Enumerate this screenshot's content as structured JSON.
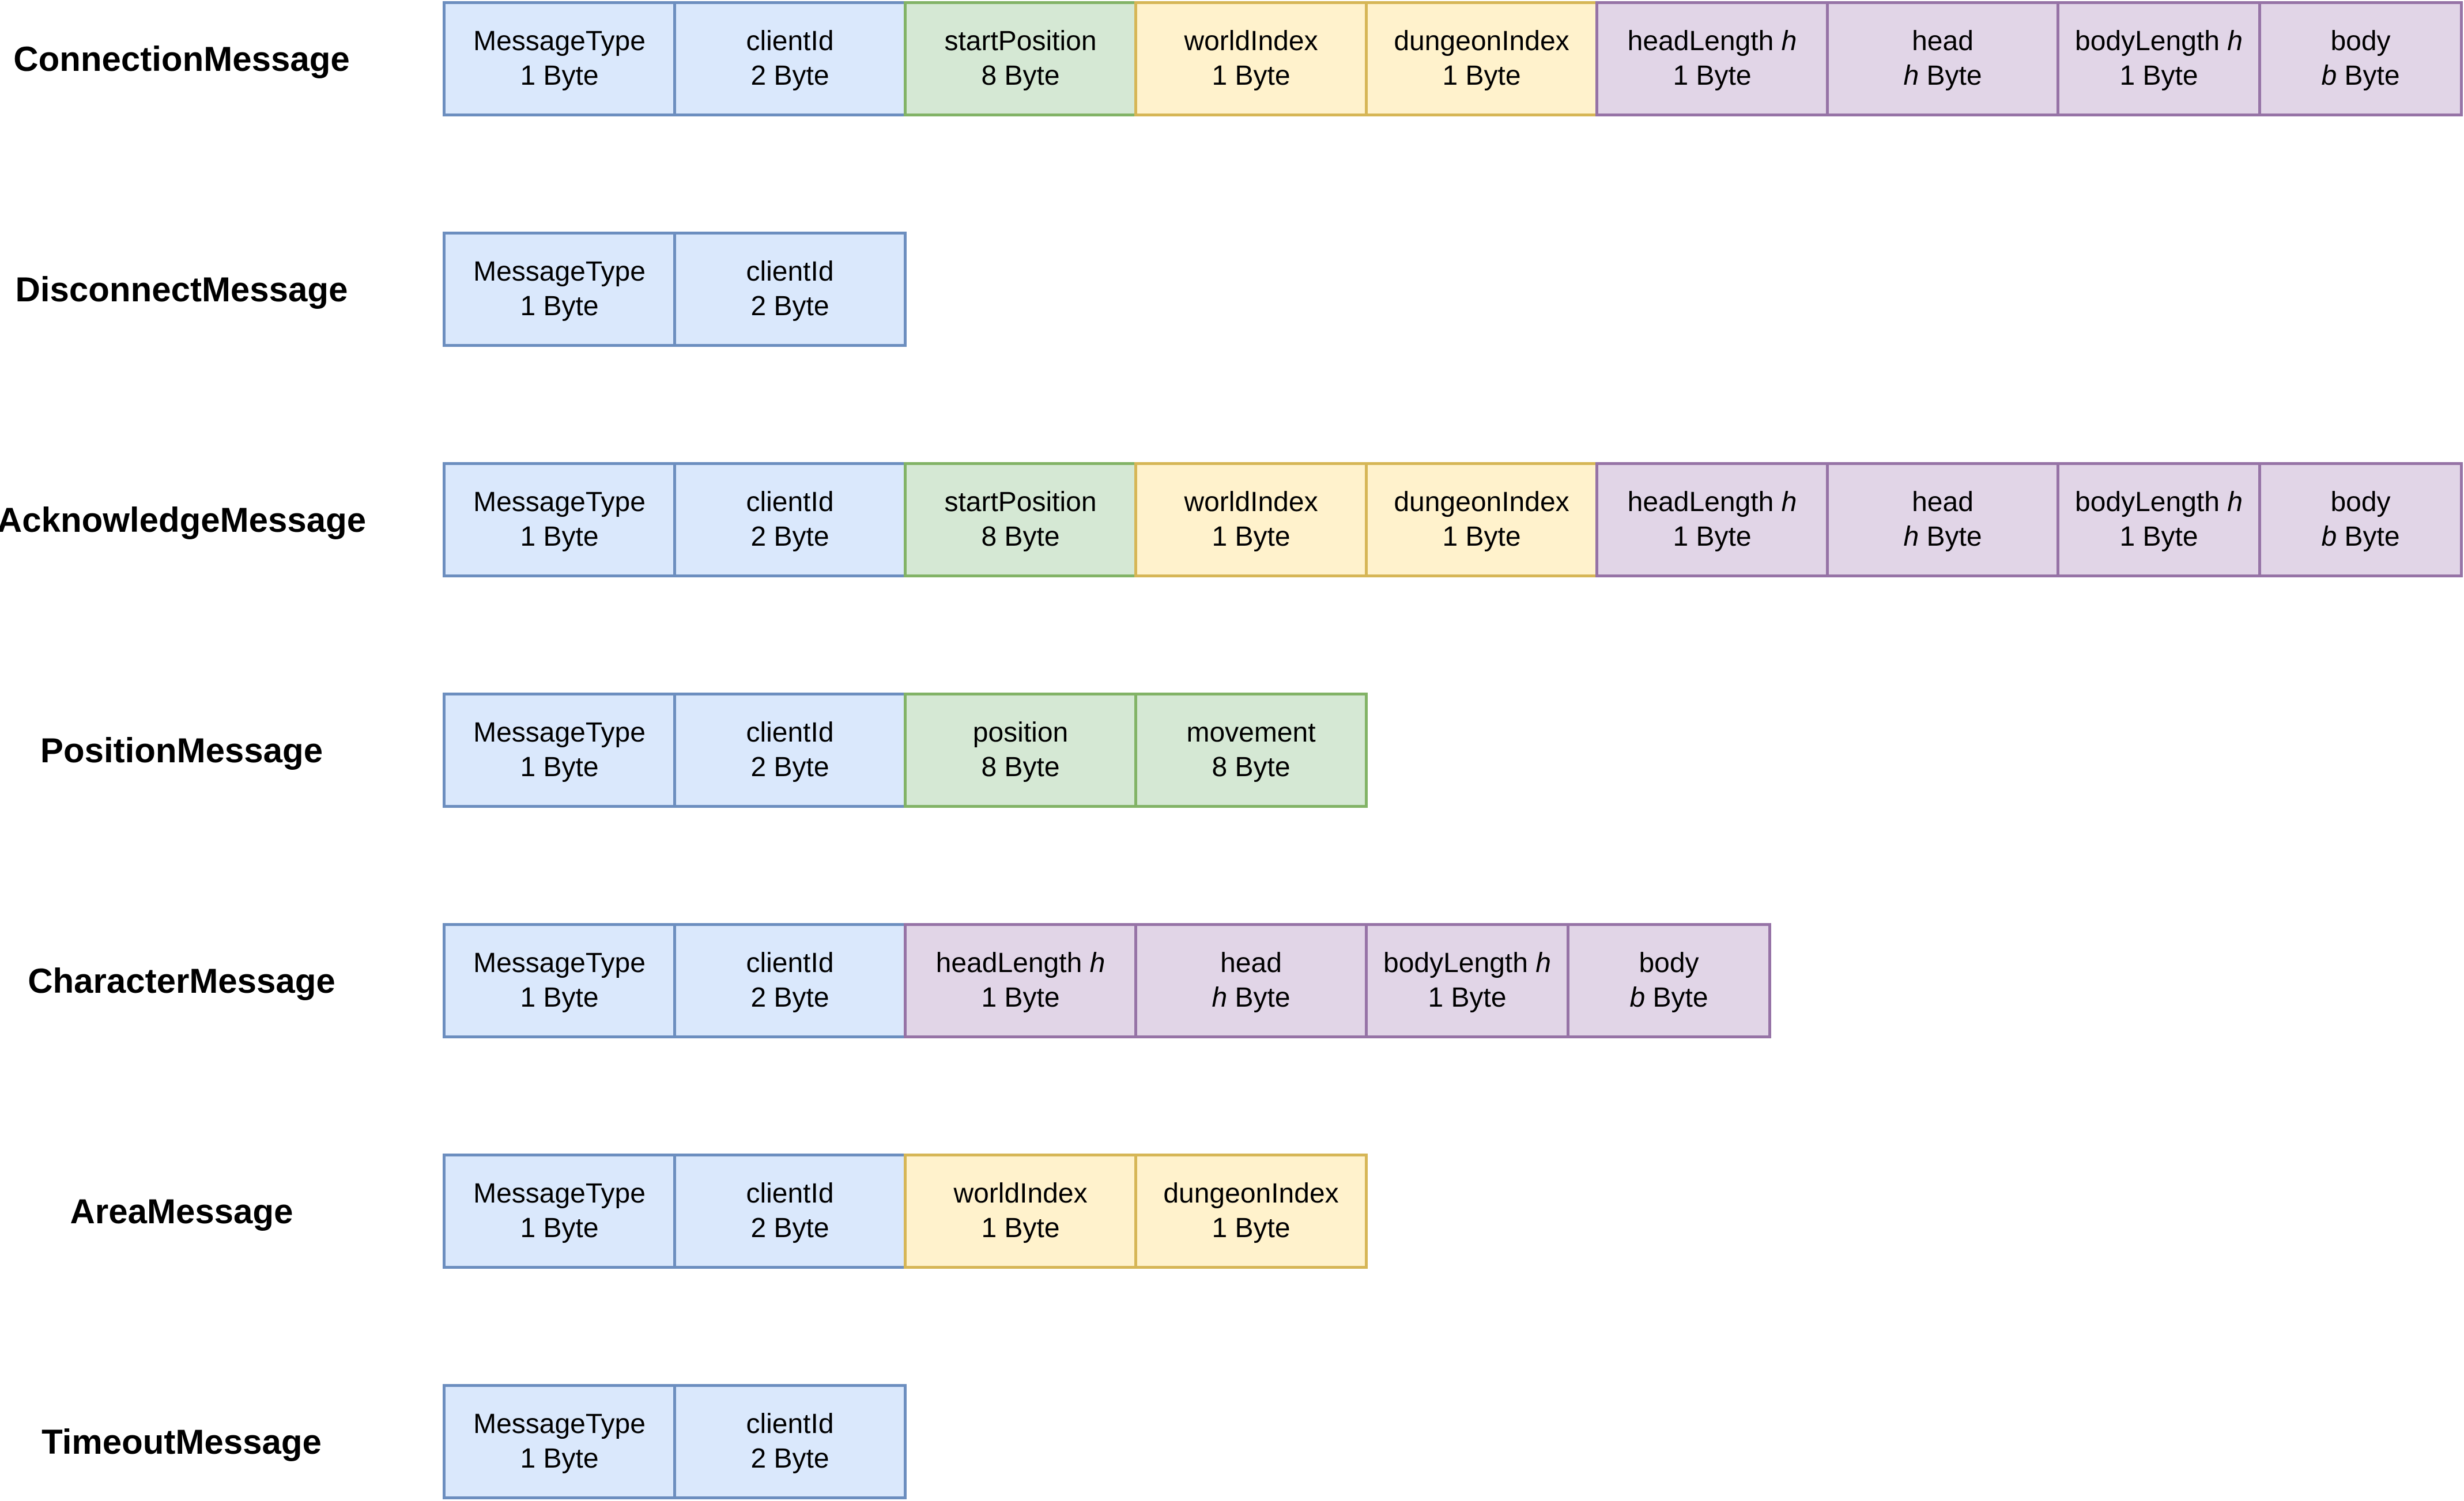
{
  "colors": {
    "blue": {
      "fill": "#dae8fc",
      "stroke": "#6c8ebf"
    },
    "green": {
      "fill": "#d5e8d4",
      "stroke": "#82b366"
    },
    "yellow": {
      "fill": "#fff2cc",
      "stroke": "#d6b656"
    },
    "purple": {
      "fill": "#e1d5e7",
      "stroke": "#9673a6"
    }
  },
  "messages": [
    {
      "name": "ConnectionMessage",
      "fields": [
        {
          "label": "MessageType",
          "size": "1 Byte",
          "color": "blue"
        },
        {
          "label": "clientId",
          "size": "2 Byte",
          "color": "blue"
        },
        {
          "label": "startPosition",
          "size": "8 Byte",
          "color": "green"
        },
        {
          "label": "worldIndex",
          "size": "1 Byte",
          "color": "yellow"
        },
        {
          "label": "dungeonIndex",
          "size": "1 Byte",
          "color": "yellow"
        },
        {
          "label": "headLength",
          "label_var": "h",
          "size": "1 Byte",
          "color": "purple"
        },
        {
          "label": "head",
          "size_var": "h",
          "size": "Byte",
          "color": "purple"
        },
        {
          "label": "bodyLength",
          "label_var": "h",
          "size": "1 Byte",
          "color": "purple",
          "narrow": true
        },
        {
          "label": "body",
          "size_var": "b",
          "size": "Byte",
          "color": "purple",
          "narrow": true
        }
      ]
    },
    {
      "name": "DisconnectMessage",
      "fields": [
        {
          "label": "MessageType",
          "size": "1 Byte",
          "color": "blue"
        },
        {
          "label": "clientId",
          "size": "2 Byte",
          "color": "blue"
        }
      ]
    },
    {
      "name": "AcknowledgeMessage",
      "fields": [
        {
          "label": "MessageType",
          "size": "1 Byte",
          "color": "blue"
        },
        {
          "label": "clientId",
          "size": "2 Byte",
          "color": "blue"
        },
        {
          "label": "startPosition",
          "size": "8 Byte",
          "color": "green"
        },
        {
          "label": "worldIndex",
          "size": "1 Byte",
          "color": "yellow"
        },
        {
          "label": "dungeonIndex",
          "size": "1 Byte",
          "color": "yellow"
        },
        {
          "label": "headLength",
          "label_var": "h",
          "size": "1 Byte",
          "color": "purple"
        },
        {
          "label": "head",
          "size_var": "h",
          "size": "Byte",
          "color": "purple"
        },
        {
          "label": "bodyLength",
          "label_var": "h",
          "size": "1 Byte",
          "color": "purple",
          "narrow": true
        },
        {
          "label": "body",
          "size_var": "b",
          "size": "Byte",
          "color": "purple",
          "narrow": true
        }
      ]
    },
    {
      "name": "PositionMessage",
      "fields": [
        {
          "label": "MessageType",
          "size": "1 Byte",
          "color": "blue"
        },
        {
          "label": "clientId",
          "size": "2 Byte",
          "color": "blue"
        },
        {
          "label": "position",
          "size": "8 Byte",
          "color": "green"
        },
        {
          "label": "movement",
          "size": "8 Byte",
          "color": "green"
        }
      ]
    },
    {
      "name": "CharacterMessage",
      "fields": [
        {
          "label": "MessageType",
          "size": "1 Byte",
          "color": "blue"
        },
        {
          "label": "clientId",
          "size": "2 Byte",
          "color": "blue"
        },
        {
          "label": "headLength",
          "label_var": "h",
          "size": "1 Byte",
          "color": "purple"
        },
        {
          "label": "head",
          "size_var": "h",
          "size": "Byte",
          "color": "purple"
        },
        {
          "label": "bodyLength",
          "label_var": "h",
          "size": "1 Byte",
          "color": "purple",
          "narrow": true
        },
        {
          "label": "body",
          "size_var": "b",
          "size": "Byte",
          "color": "purple",
          "narrow": true
        }
      ]
    },
    {
      "name": "AreaMessage",
      "fields": [
        {
          "label": "MessageType",
          "size": "1 Byte",
          "color": "blue"
        },
        {
          "label": "clientId",
          "size": "2 Byte",
          "color": "blue"
        },
        {
          "label": "worldIndex",
          "size": "1 Byte",
          "color": "yellow"
        },
        {
          "label": "dungeonIndex",
          "size": "1 Byte",
          "color": "yellow"
        }
      ]
    },
    {
      "name": "TimeoutMessage",
      "fields": [
        {
          "label": "MessageType",
          "size": "1 Byte",
          "color": "blue"
        },
        {
          "label": "clientId",
          "size": "2 Byte",
          "color": "blue"
        }
      ]
    }
  ]
}
